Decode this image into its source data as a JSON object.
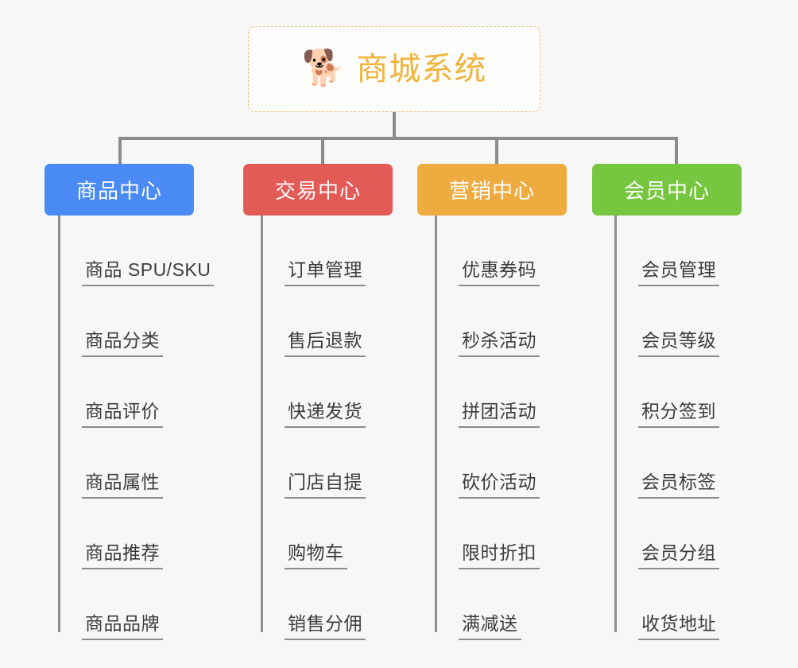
{
  "root": {
    "icon": "🐕",
    "icon_name": "shiba-dog-icon",
    "title": "商城系统",
    "color": "#f0b43c",
    "border_color": "#e8bf72"
  },
  "connector_color": "#8c8c8c",
  "background": "#f7f7f7",
  "columns": [
    {
      "title": "商品中心",
      "color": "#4a8af4",
      "key": "product-center",
      "items": [
        "商品 SPU/SKU",
        "商品分类",
        "商品评价",
        "商品属性",
        "商品推荐",
        "商品品牌"
      ]
    },
    {
      "title": "交易中心",
      "color": "#e35b57",
      "key": "trade-center",
      "items": [
        "订单管理",
        "售后退款",
        "快递发货",
        "门店自提",
        "购物车",
        "销售分佣"
      ]
    },
    {
      "title": "营销中心",
      "color": "#eeab3f",
      "key": "marketing-center",
      "items": [
        "优惠券码",
        "秒杀活动",
        "拼团活动",
        "砍价活动",
        "限时折扣",
        "满减送"
      ]
    },
    {
      "title": "会员中心",
      "color": "#76c63f",
      "key": "member-center",
      "items": [
        "会员管理",
        "会员等级",
        "积分签到",
        "会员标签",
        "会员分组",
        "收货地址"
      ]
    }
  ]
}
